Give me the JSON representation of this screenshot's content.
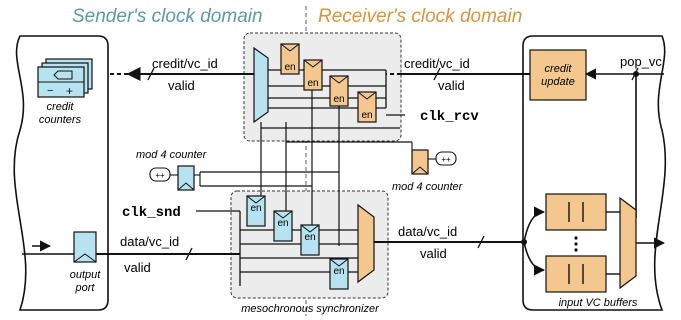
{
  "domains": {
    "sender": "Sender's clock domain",
    "receiver": "Receiver's clock domain"
  },
  "signals": {
    "credit_top_left": "credit/vc_id",
    "valid_top_left": "valid",
    "credit_top_right": "credit/vc_id",
    "valid_top_right": "valid",
    "pop_vc": "pop_vc",
    "data_left": "data/vc_id",
    "valid_bottom_left": "valid",
    "data_right": "data/vc_id",
    "valid_bottom_right": "valid"
  },
  "clocks": {
    "rcv": "clk_rcv",
    "snd": "clk_snd"
  },
  "blocks": {
    "credit_counters": [
      "credit",
      "counters"
    ],
    "credit_update": [
      "credit",
      "update"
    ],
    "mod4_left": "mod 4 counter",
    "mod4_right": "mod 4 counter",
    "output_port": [
      "output",
      "port"
    ],
    "input_vc_buffers": "input VC buffers",
    "mesochronous_synchronizer": "mesochronous synchronizer"
  },
  "register_label": "en",
  "counter_glyph": "++",
  "colors": {
    "sender_blue": "#5b9aa8",
    "receiver_orange": "#d7953c",
    "blue_fill": "#b6e3ef",
    "orange_fill": "#f3c78e",
    "sync_box_fill": "#ececec"
  }
}
